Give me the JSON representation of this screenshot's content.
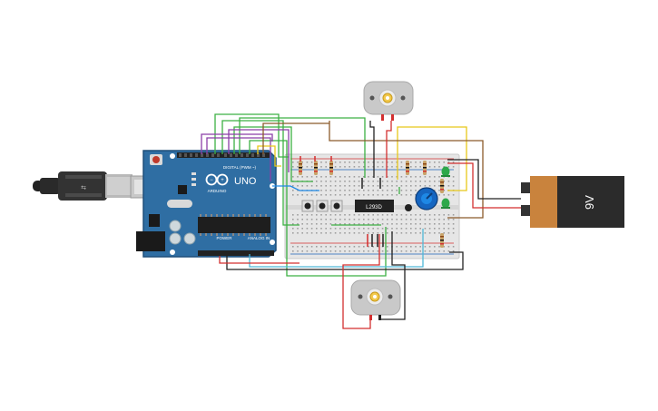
{
  "board": {
    "name": "UNO",
    "brand": "ARDUINO",
    "header_digital": "DIGITAL (PWM ~)",
    "header_power": "POWER",
    "header_analog": "ANALOG IN"
  },
  "ic": {
    "label": "L293D"
  },
  "battery": {
    "label": "9V"
  },
  "colors": {
    "arduino_blue": "#2f6ea3",
    "breadboard": "#e6e6e6",
    "battery_orange": "#c9833d",
    "battery_black": "#2b2b2b",
    "wire_green": "#3cb043",
    "wire_purple": "#8b3fa8",
    "wire_yellow": "#e8c81a",
    "wire_red": "#d32f2f",
    "wire_black": "#222222",
    "wire_brown": "#8b5a2b",
    "wire_blue": "#1e88e5",
    "wire_cyan": "#4fb8d8",
    "pot_blue": "#1565c0",
    "led_green": "#2ea84a"
  },
  "components": {
    "motors": [
      "dc-motor",
      "dc-motor"
    ],
    "potentiometer": "potentiometer",
    "buttons": 3,
    "leds": 2,
    "resistors": 8,
    "usb_cable": "usb-cable-icon"
  }
}
